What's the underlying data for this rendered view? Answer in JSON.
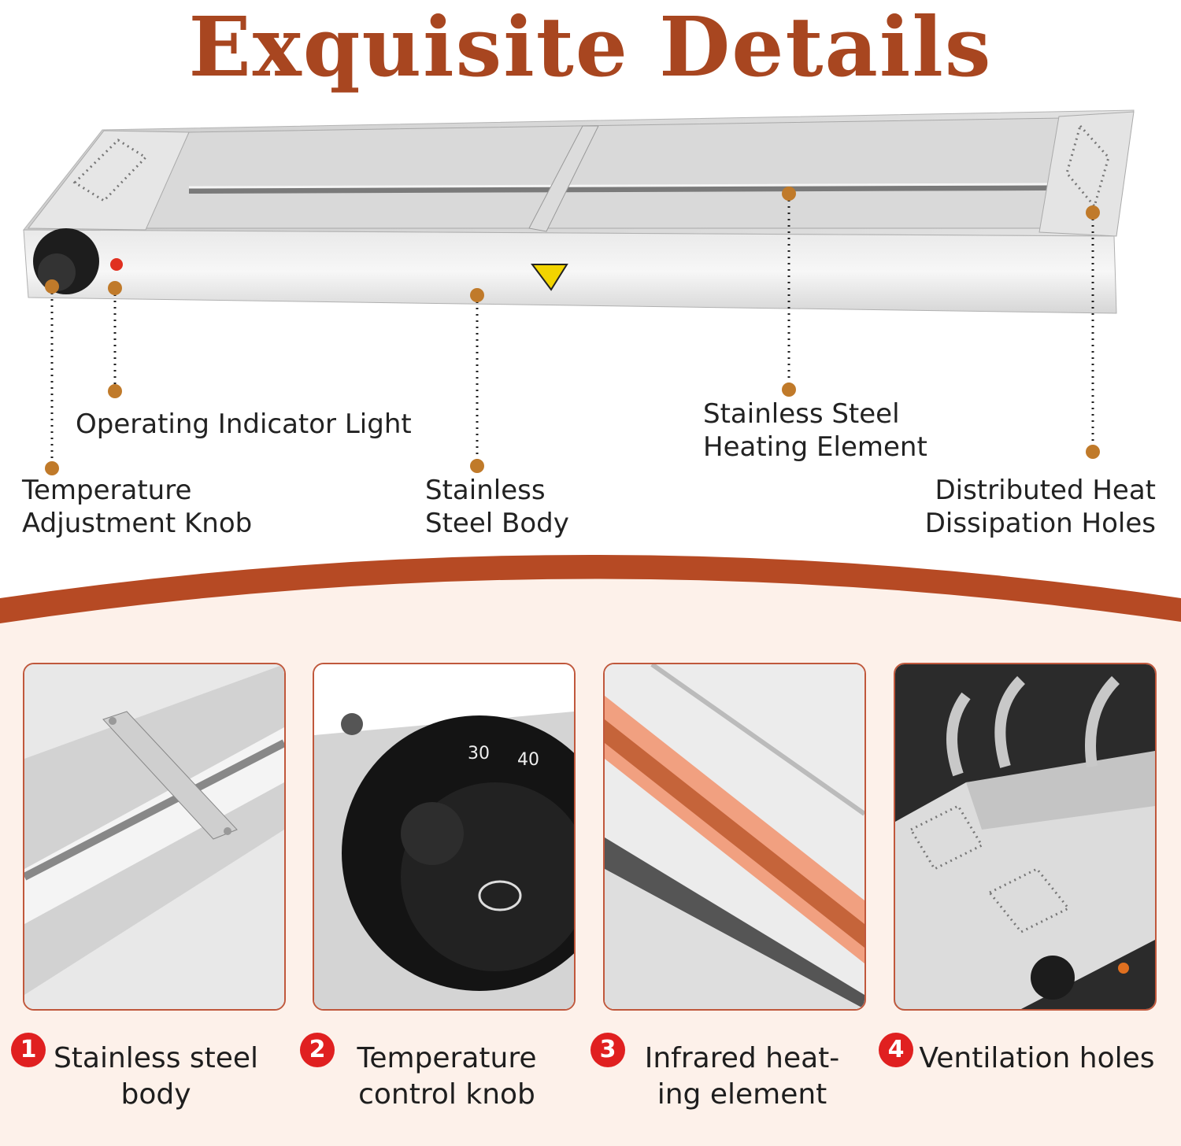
{
  "title": "Exquisite Details",
  "colors": {
    "title": "#a84620",
    "accent": "#c0583c",
    "dot": "#c07a2a",
    "badge": "#e02020",
    "panel_bg": "#fdf1ea"
  },
  "callouts": {
    "knob": [
      "Temperature",
      "Adjustment Knob"
    ],
    "indicator": [
      "Operating Indicator Light"
    ],
    "body": [
      "Stainless",
      "Steel Body"
    ],
    "heating": [
      "Stainless Steel",
      "Heating Element"
    ],
    "holes": [
      "Distributed Heat",
      "Dissipation Holes"
    ]
  },
  "features": [
    {
      "number": "1",
      "lines": [
        "Stainless steel",
        "body"
      ]
    },
    {
      "number": "2",
      "lines": [
        "Temperature",
        "control knob"
      ]
    },
    {
      "number": "3",
      "lines": [
        "Infrared heat-",
        "ing element"
      ]
    },
    {
      "number": "4",
      "lines": [
        "Ventilation holes"
      ]
    }
  ],
  "dial_marks": [
    "30",
    "40"
  ]
}
